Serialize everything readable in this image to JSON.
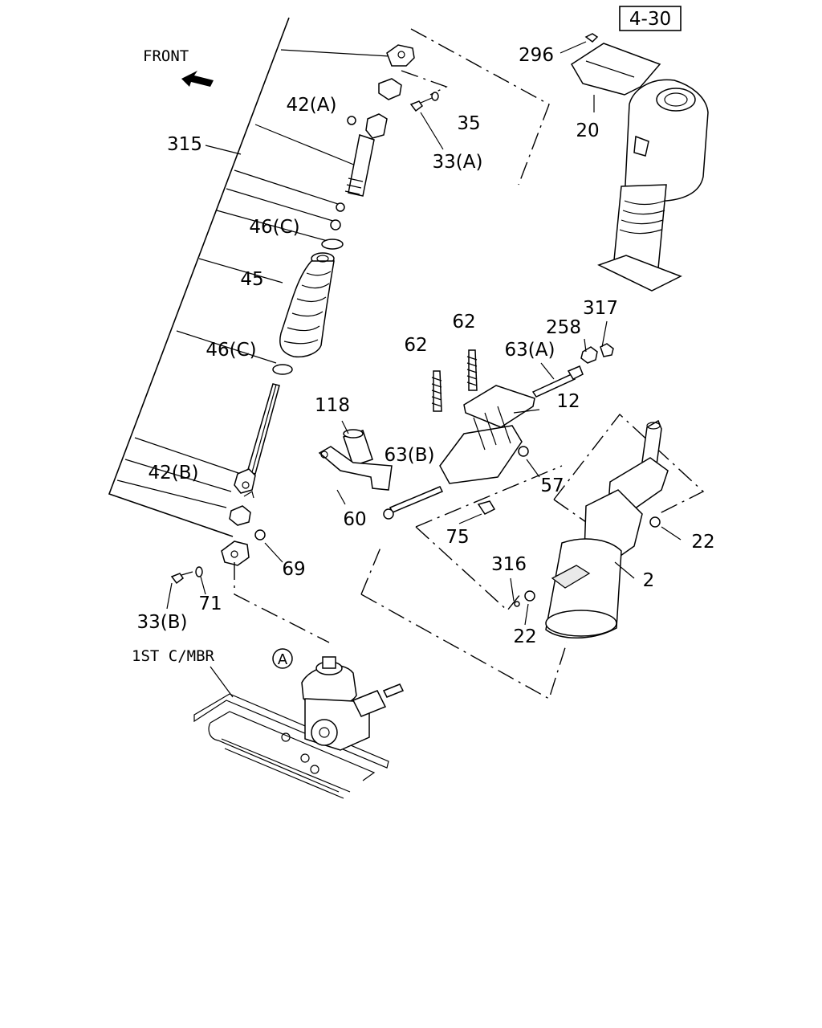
{
  "page_ref": "4-30",
  "orientation": {
    "front_label": "FRONT"
  },
  "component_labels": {
    "first_crossmember": "1ST C/MBR",
    "marker_a": "A"
  },
  "callouts": {
    "c296": "296",
    "c20": "20",
    "c42a": "42(A)",
    "c35": "35",
    "c315": "315",
    "c33a": "33(A)",
    "c46c_top": "46(C)",
    "c45": "45",
    "c46c_bottom": "46(C)",
    "c317": "317",
    "c62_right": "62",
    "c258": "258",
    "c62_left": "62",
    "c63a": "63(A)",
    "c118": "118",
    "c12": "12",
    "c63b": "63(B)",
    "c57": "57",
    "c42b": "42(B)",
    "c60": "60",
    "c22_right": "22",
    "c75": "75",
    "c69": "69",
    "c316": "316",
    "c2": "2",
    "c71": "71",
    "c33b": "33(B)",
    "c22_bottom": "22"
  }
}
